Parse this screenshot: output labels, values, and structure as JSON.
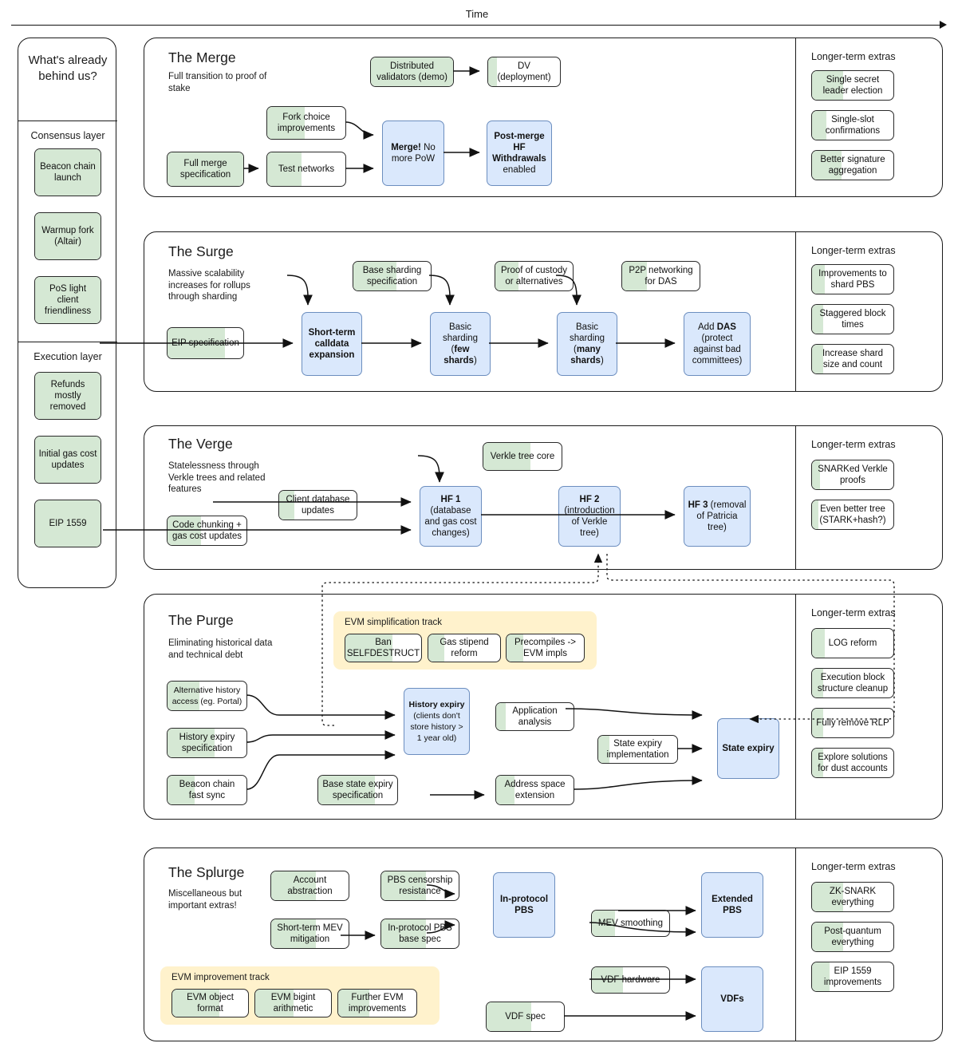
{
  "header": {
    "time_label": "Time"
  },
  "sidebar": {
    "title": "What's already behind us?",
    "groups": [
      {
        "label": "Consensus layer",
        "items": [
          {
            "label": "Beacon chain launch",
            "style": "green"
          },
          {
            "label": "Warmup fork (Altair)",
            "style": "green"
          },
          {
            "label": "PoS light client friendliness",
            "style": "green"
          }
        ]
      },
      {
        "label": "Execution layer",
        "items": [
          {
            "label": "Refunds mostly removed",
            "style": "green"
          },
          {
            "label": "Initial gas cost updates",
            "style": "green"
          },
          {
            "label": "EIP 1559",
            "style": "green"
          }
        ]
      }
    ]
  },
  "extras_heading": "Longer-term extras",
  "sections": [
    {
      "id": "merge",
      "title": "The Merge",
      "subtitle": "Full transition to proof of stake",
      "nodes": [
        {
          "label": "Distributed validators (demo)",
          "style": "green",
          "progress": 100
        },
        {
          "label": "DV (deployment)",
          "style": "partial",
          "progress": 12
        },
        {
          "label": "Fork choice improvements",
          "style": "partial",
          "progress": 48
        },
        {
          "label": "Full merge specification",
          "style": "green",
          "progress": 100
        },
        {
          "label": "Test networks",
          "style": "partial",
          "progress": 44
        },
        {
          "label": "Merge! No more PoW",
          "style": "blue",
          "bold_first": true
        },
        {
          "label": "Post-merge HF Withdrawals enabled",
          "style": "blue",
          "bold_first": true
        }
      ],
      "extras": [
        {
          "label": "Single secret leader election",
          "progress": 38
        },
        {
          "label": "Single-slot confirmations",
          "progress": 18
        },
        {
          "label": "Better signature aggregation",
          "progress": 36
        }
      ]
    },
    {
      "id": "surge",
      "title": "The Surge",
      "subtitle": "Massive scalability increases for rollups through sharding",
      "nodes": [
        {
          "label": "Base sharding specification",
          "style": "partial",
          "progress": 56
        },
        {
          "label": "Proof of custody or alternatives",
          "style": "partial",
          "progress": 30
        },
        {
          "label": "P2P networking for DAS",
          "style": "partial",
          "progress": 32
        },
        {
          "label": "EIP specification",
          "style": "partial",
          "progress": 76
        },
        {
          "label": "Short-term calldata expansion",
          "style": "blue"
        },
        {
          "label": "Basic sharding (few shards)",
          "style": "blue"
        },
        {
          "label": "Basic sharding (many shards)",
          "style": "blue"
        },
        {
          "label": "Add DAS (protect against bad committees)",
          "style": "blue"
        }
      ],
      "extras": [
        {
          "label": "Improvements to shard PBS",
          "progress": 16
        },
        {
          "label": "Staggered block times",
          "progress": 14
        },
        {
          "label": "Increase shard size and count",
          "progress": 14
        }
      ]
    },
    {
      "id": "verge",
      "title": "The Verge",
      "subtitle": "Statelessness through Verkle trees and related features",
      "nodes": [
        {
          "label": "Verkle tree core",
          "style": "partial",
          "progress": 60
        },
        {
          "label": "Client database updates",
          "style": "partial",
          "progress": 20
        },
        {
          "label": "Code chunking + gas cost updates",
          "style": "partial",
          "progress": 42
        },
        {
          "label": "HF 1 (database and gas cost changes)",
          "style": "blue",
          "bold_first": true
        },
        {
          "label": "HF 2 (introduction of Verkle tree)",
          "style": "blue",
          "bold_first": true
        },
        {
          "label": "HF 3 (removal of Patricia tree)",
          "style": "blue",
          "bold_first": true
        }
      ],
      "extras": [
        {
          "label": "SNARKed Verkle proofs",
          "progress": 10
        },
        {
          "label": "Even better tree (STARK+hash?)",
          "progress": 8
        }
      ]
    },
    {
      "id": "purge",
      "title": "The Purge",
      "subtitle": "Eliminating historical data and technical debt",
      "track": {
        "title": "EVM simplification track",
        "items": [
          {
            "label": "Ban SELFDESTRUCT",
            "progress": 62
          },
          {
            "label": "Gas stipend reform",
            "progress": 22
          },
          {
            "label": "Precompiles -> EVM impls",
            "progress": 22
          }
        ]
      },
      "nodes": [
        {
          "label": "Alternative history access (eg. Portal)",
          "style": "partial",
          "progress": 40
        },
        {
          "label": "History expiry specification",
          "style": "partial",
          "progress": 60
        },
        {
          "label": "Beacon chain fast sync",
          "style": "partial",
          "progress": 34
        },
        {
          "label": "History expiry (clients don't store history > 1 year old)",
          "style": "blue",
          "bold_first": true
        },
        {
          "label": "Application analysis",
          "style": "partial",
          "progress": 12
        },
        {
          "label": "Base state expiry specification",
          "style": "partial",
          "progress": 72
        },
        {
          "label": "State expiry implementation",
          "style": "partial",
          "progress": 14
        },
        {
          "label": "Address space extension",
          "style": "partial",
          "progress": 24
        },
        {
          "label": "State expiry",
          "style": "blue",
          "bold_first": true
        }
      ],
      "extras": [
        {
          "label": "LOG reform",
          "progress": 16
        },
        {
          "label": "Execution block structure cleanup",
          "progress": 14
        },
        {
          "label": "Fully remove RLP",
          "progress": 14
        },
        {
          "label": "Explore solutions for dust accounts",
          "progress": 14
        }
      ]
    },
    {
      "id": "splurge",
      "title": "The Splurge",
      "subtitle": "Miscellaneous but important extras!",
      "track": {
        "title": "EVM improvement track",
        "items": [
          {
            "label": "EVM object format",
            "progress": 62
          },
          {
            "label": "EVM bigint arithmetic",
            "progress": 50
          },
          {
            "label": "Further EVM improvements",
            "progress": 40
          }
        ]
      },
      "nodes": [
        {
          "label": "Account abstraction",
          "style": "partial",
          "progress": 58
        },
        {
          "label": "PBS censorship resistance",
          "style": "partial",
          "progress": 58
        },
        {
          "label": "Short-term MEV mitigation",
          "style": "partial",
          "progress": 58
        },
        {
          "label": "In-protocol PBS base spec",
          "style": "partial",
          "progress": 58
        },
        {
          "label": "In-protocol PBS",
          "style": "blue",
          "bold": true
        },
        {
          "label": "MEV smoothing",
          "style": "partial",
          "progress": 30
        },
        {
          "label": "Extended PBS",
          "style": "blue",
          "bold": true
        },
        {
          "label": "VDF hardware",
          "style": "partial",
          "progress": 40
        },
        {
          "label": "VDF spec",
          "style": "partial",
          "progress": 58
        },
        {
          "label": "VDFs",
          "style": "blue",
          "bold": true
        }
      ],
      "extras": [
        {
          "label": "ZK-SNARK everything",
          "progress": 38
        },
        {
          "label": "Post-quantum everything",
          "progress": 38
        },
        {
          "label": "EIP 1559 improvements",
          "progress": 22
        }
      ]
    }
  ],
  "colors": {
    "green_fill": "#d5e8d4",
    "green_stroke": "#82b366",
    "blue_fill": "#dae8fc",
    "blue_stroke": "#6c8ebf",
    "track_fill": "#fff2cc",
    "line": "#1a1a1a"
  }
}
